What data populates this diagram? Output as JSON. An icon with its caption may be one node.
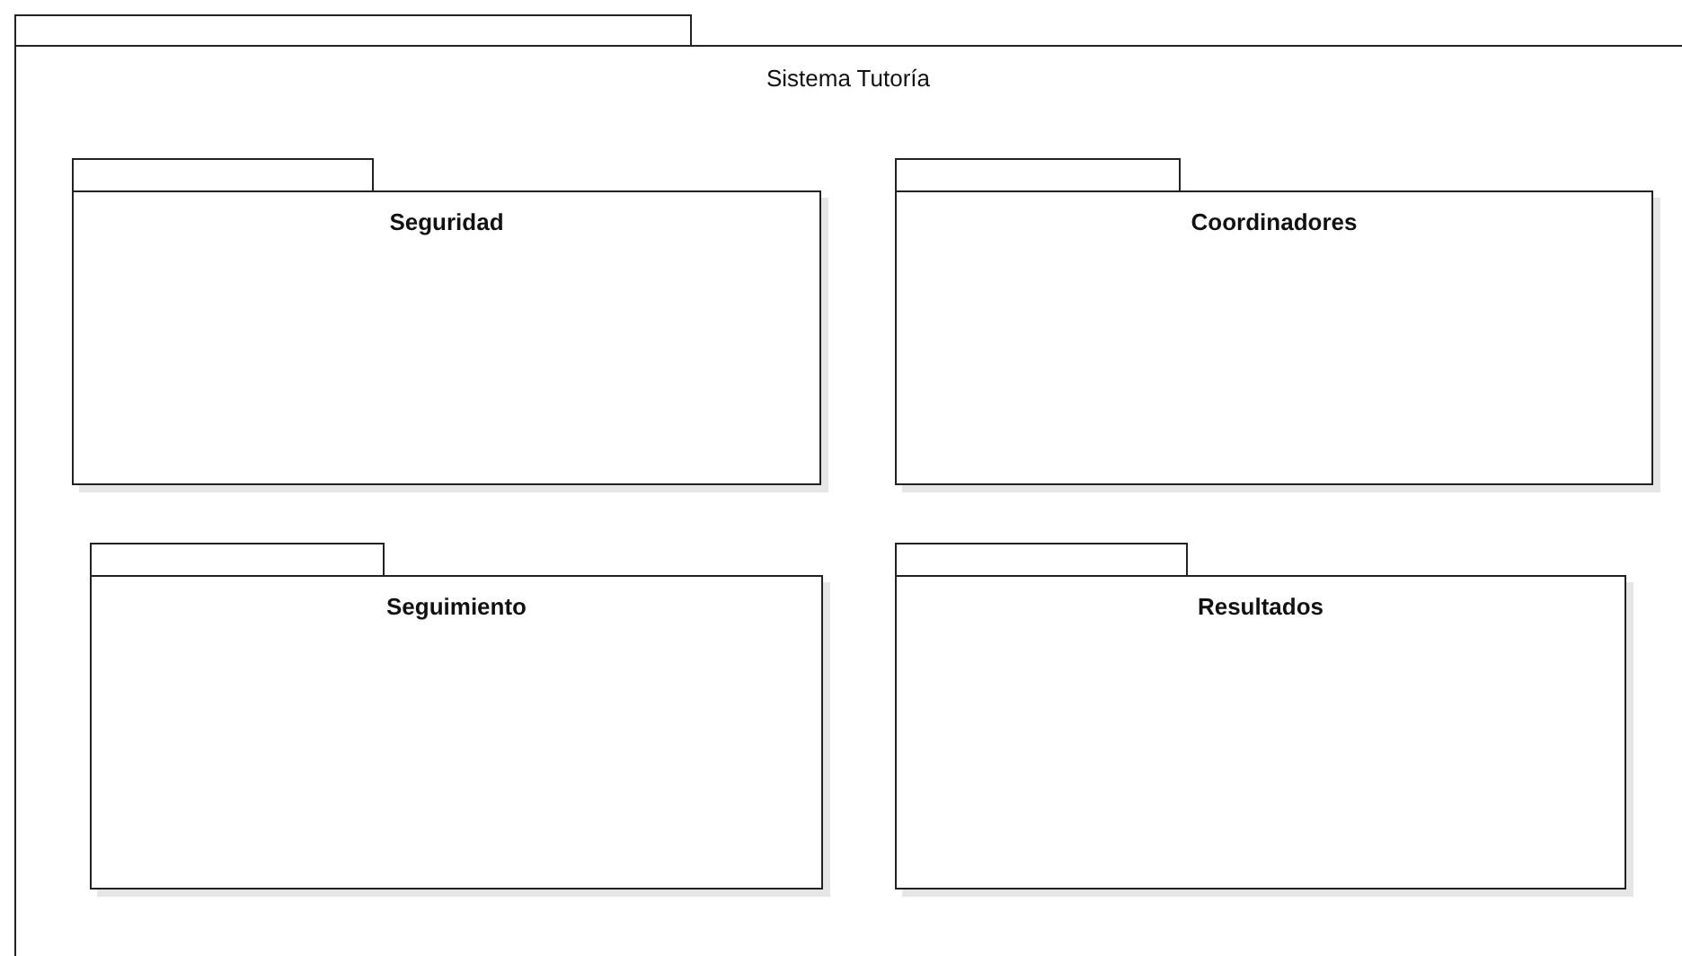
{
  "diagram": {
    "nodes": [
      {
        "text": [
          "Sistema Tutoría"
        ]
      },
      {
        "text": [
          "Seguridad"
        ],
        "in": 0
      },
      {
        "text": [
          "Coordinadores"
        ],
        "in": 0
      },
      {
        "text": [
          "Seguimiento"
        ],
        "in": 0
      },
      {
        "text": [
          "Resultados"
        ],
        "in": 0
      }
    ]
  }
}
